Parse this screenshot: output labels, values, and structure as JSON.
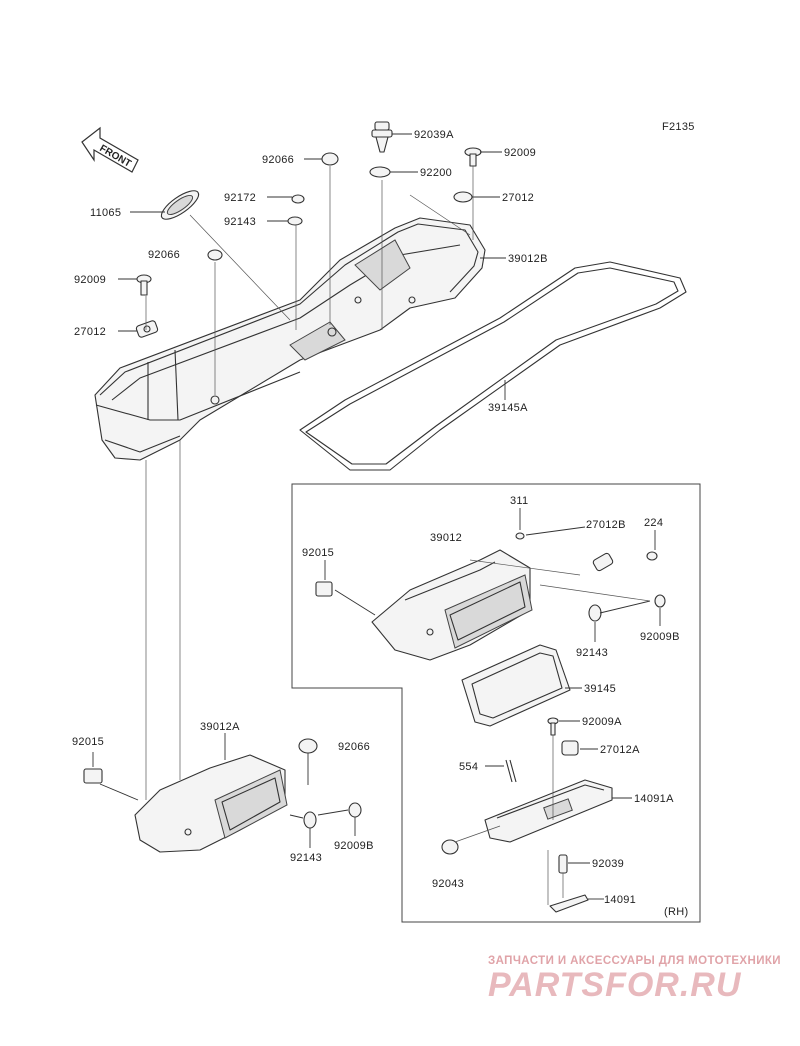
{
  "figure_code": "F2135",
  "front_arrow_label": "FRONT",
  "part_labels": [
    {
      "id": "p92039A",
      "text": "92039A"
    },
    {
      "id": "p92009_top",
      "text": "92009"
    },
    {
      "id": "p92066_top",
      "text": "92066"
    },
    {
      "id": "p92200",
      "text": "92200"
    },
    {
      "id": "p92172",
      "text": "92172"
    },
    {
      "id": "p27012_top",
      "text": "27012"
    },
    {
      "id": "p11065",
      "text": "11065"
    },
    {
      "id": "p92143_top",
      "text": "92143"
    },
    {
      "id": "p92066_mid",
      "text": "92066"
    },
    {
      "id": "p39012B",
      "text": "39012B"
    },
    {
      "id": "p92009_left",
      "text": "92009"
    },
    {
      "id": "p27012_left",
      "text": "27012"
    },
    {
      "id": "p39145A",
      "text": "39145A"
    },
    {
      "id": "p311",
      "text": "311"
    },
    {
      "id": "p27012B",
      "text": "27012B"
    },
    {
      "id": "p224",
      "text": "224"
    },
    {
      "id": "p92015_box",
      "text": "92015"
    },
    {
      "id": "p39012",
      "text": "39012"
    },
    {
      "id": "p92143_box",
      "text": "92143"
    },
    {
      "id": "p92009B_box",
      "text": "92009B"
    },
    {
      "id": "p39145",
      "text": "39145"
    },
    {
      "id": "p92009A",
      "text": "92009A"
    },
    {
      "id": "p27012A",
      "text": "27012A"
    },
    {
      "id": "p554",
      "text": "554"
    },
    {
      "id": "p14091A",
      "text": "14091A"
    },
    {
      "id": "p92039",
      "text": "92039"
    },
    {
      "id": "p92043",
      "text": "92043"
    },
    {
      "id": "p14091",
      "text": "14091"
    },
    {
      "id": "p39012A",
      "text": "39012A"
    },
    {
      "id": "p92066_bot",
      "text": "92066"
    },
    {
      "id": "p92015_bot",
      "text": "92015"
    },
    {
      "id": "p92143_bot",
      "text": "92143"
    },
    {
      "id": "p92009B_bot",
      "text": "92009B"
    }
  ],
  "side_note": "(RH)",
  "watermark": {
    "tagline": "ЗАПЧАСТИ И АКСЕССУАРЫ ДЛЯ МОТОТЕХНИКИ",
    "brand": "PARTSFOR.RU"
  },
  "colors": {
    "line": "#333333",
    "watermark": "#e8b9bd"
  }
}
